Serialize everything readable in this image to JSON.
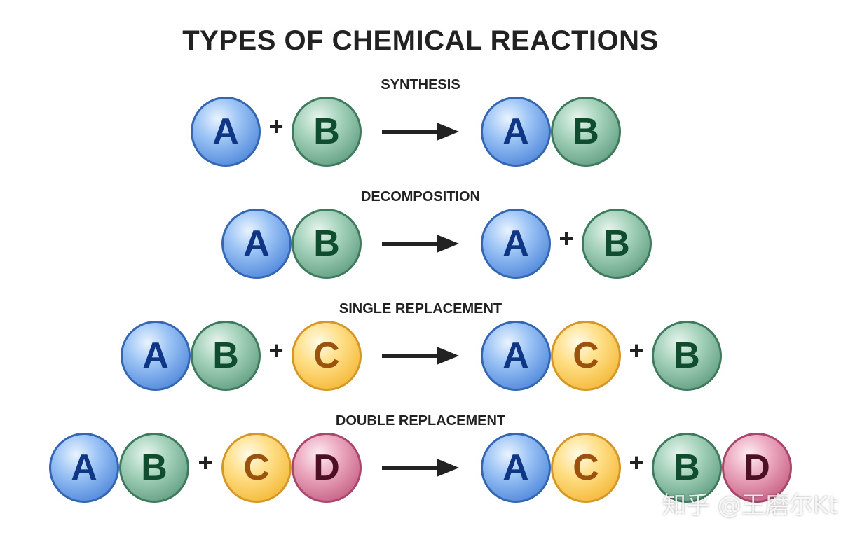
{
  "title": "TYPES OF CHEMICAL REACTIONS",
  "colors": {
    "A": "#5d92e0",
    "B": "#6ea88c",
    "C": "#f6bf45",
    "D": "#cd6d8e",
    "text": "#222222"
  },
  "reactions": [
    {
      "name": "SYNTHESIS",
      "reactants": [
        [
          "A"
        ],
        [
          "B"
        ]
      ],
      "products": [
        [
          "A",
          "B"
        ]
      ]
    },
    {
      "name": "DECOMPOSITION",
      "reactants": [
        [
          "A",
          "B"
        ]
      ],
      "products": [
        [
          "A"
        ],
        [
          "B"
        ]
      ]
    },
    {
      "name": "SINGLE REPLACEMENT",
      "reactants": [
        [
          "A",
          "B"
        ],
        [
          "C"
        ]
      ],
      "products": [
        [
          "A",
          "C"
        ],
        [
          "B"
        ]
      ]
    },
    {
      "name": "DOUBLE REPLACEMENT",
      "reactants": [
        [
          "A",
          "B"
        ],
        [
          "C",
          "D"
        ]
      ],
      "products": [
        [
          "A",
          "C"
        ],
        [
          "B",
          "D"
        ]
      ]
    }
  ],
  "plus_symbol": "+",
  "watermark": "知乎 @王磨尔Kt"
}
